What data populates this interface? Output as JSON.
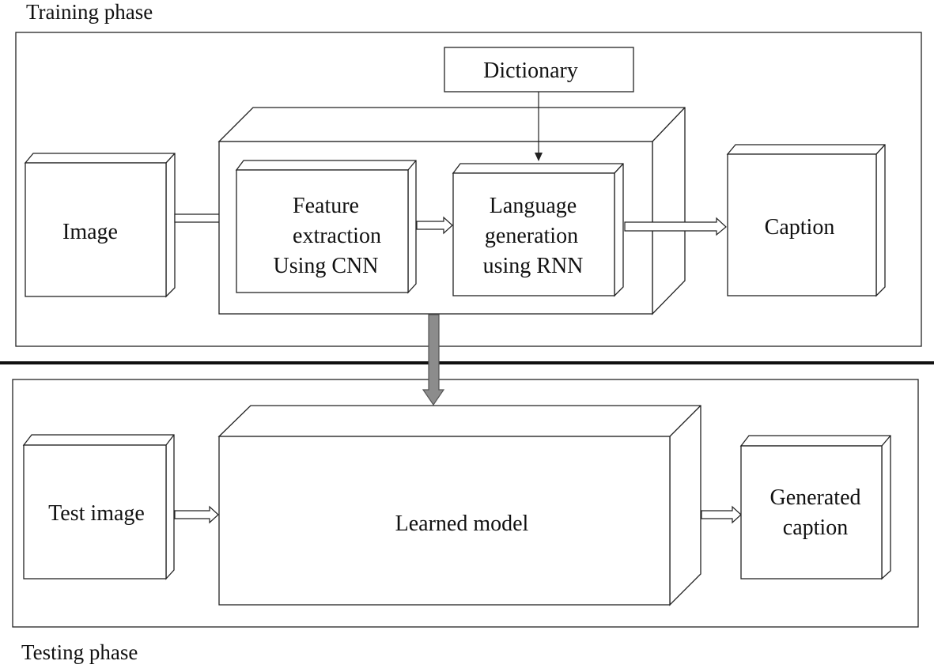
{
  "training": {
    "title": "Training phase",
    "dictionary": "Dictionary",
    "image": "Image",
    "feature_lines": [
      "Feature",
      "extraction",
      "Using CNN"
    ],
    "language_lines": [
      "Language",
      "generation",
      "using RNN"
    ],
    "caption": "Caption"
  },
  "testing": {
    "title": "Testing phase",
    "test_image": "Test image",
    "learned_model": "Learned model",
    "generated_lines": [
      "Generated",
      "caption"
    ]
  },
  "colors": {
    "line": "#222222",
    "fill": "#ffffff",
    "transfer_arrow": "#8c8c8c"
  }
}
